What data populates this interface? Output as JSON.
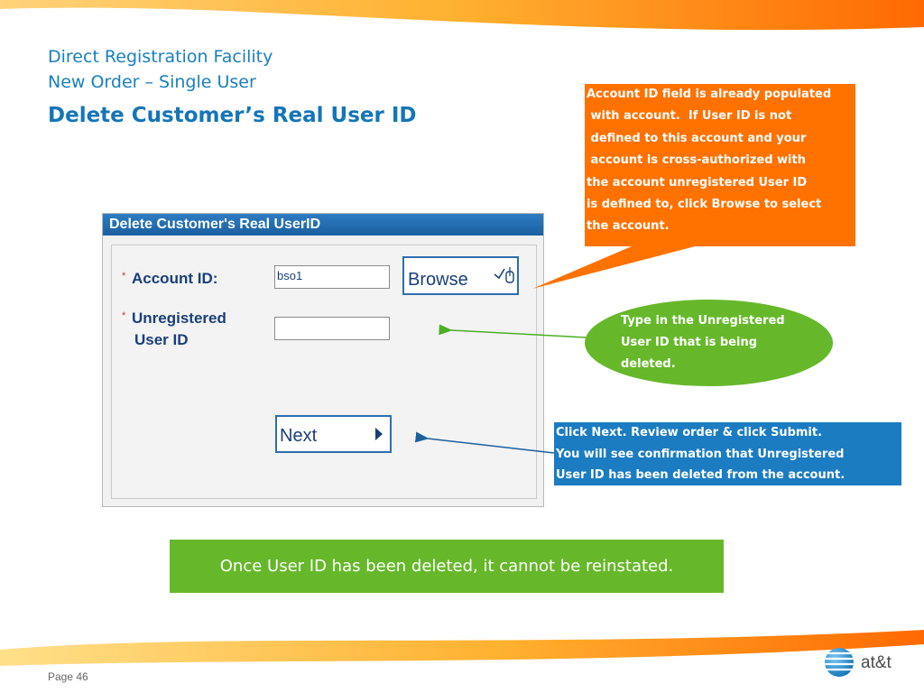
{
  "heading": {
    "line1": "Direct Registration Facility",
    "line2": "New Order – Single User",
    "title": "Delete Customer’s Real User ID"
  },
  "form": {
    "header": "Delete Customer's Real UserID",
    "required_marker": "*",
    "account_id_label": "Account ID:",
    "account_id_value": "bso1",
    "unregistered_label_line1": "Unregistered",
    "unregistered_label_line2": "User ID",
    "unregistered_value": "",
    "browse_label": "Browse",
    "next_label": "Next"
  },
  "callouts": {
    "account_info": "Account ID field is already populated\n with account.  If User ID is not\n defined to this account and your\n account is cross-authorized with\nthe account unregistered User ID\nis defined to, click Browse to select\nthe account.",
    "type_in": [
      "Type in the Unregistered",
      "User ID that is being",
      "deleted."
    ],
    "click_next": [
      "Click Next.  Review order & click Submit.",
      "You will see confirmation that Unregistered",
      "User ID has been deleted from the account."
    ]
  },
  "warning": "Once User ID has been deleted, it cannot be reinstated.",
  "footer": {
    "page": "Page 46",
    "logo_text": "at&t"
  },
  "colors": {
    "brand_orange": "#ff7200",
    "accent_green": "#66b82a",
    "accent_blue": "#1b7cc2",
    "heading_blue": "#1a7fc1"
  }
}
